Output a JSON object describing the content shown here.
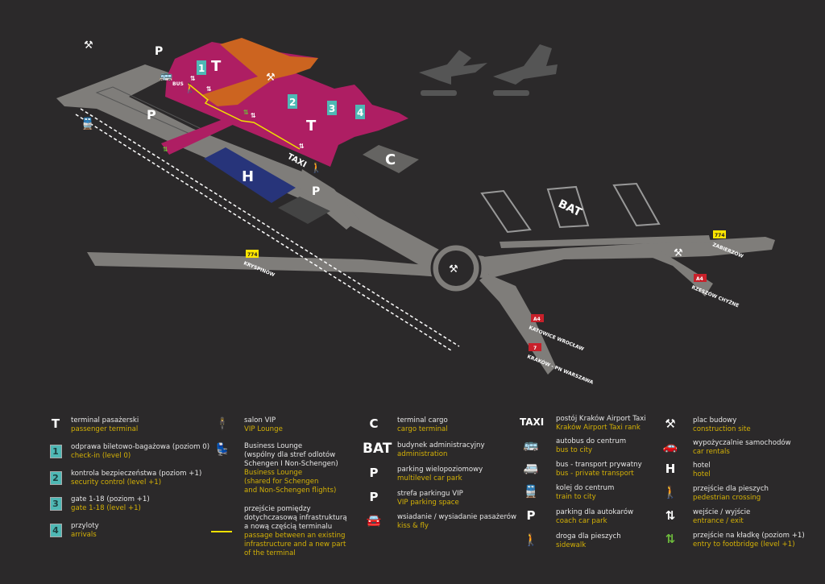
{
  "colors": {
    "background": "#2b292a",
    "road": "#7f7d7a",
    "terminal": "#ae1e63",
    "construction": "#cc6420",
    "hotel": "#27347a",
    "badge": "#4fb8b5",
    "passage": "#f0e000",
    "footbridge": "#6dbb3c",
    "sign_yellow": "#ffe500",
    "sign_red": "#c8202a",
    "english_text": "#d4b106"
  },
  "map": {
    "terminal_letter": "T",
    "badges": [
      "1",
      "2",
      "3",
      "4"
    ],
    "taxi_label": "TAXI",
    "bus_label": "BUS",
    "cargo_letter": "C",
    "bat_label": "BAT",
    "hotel_letter": "H",
    "parking_letter": "P",
    "road_signs": [
      {
        "number": "774",
        "destination": "KRYSPINÓW",
        "color": "yellow"
      },
      {
        "number": "774",
        "destination": "ZABIERZÓW",
        "color": "yellow"
      },
      {
        "number": "A4",
        "destination": "RZESZÓW\nCHYŻNE",
        "color": "red"
      },
      {
        "number": "A4",
        "destination": "KATOWICE\nWROCŁAW",
        "color": "red"
      },
      {
        "number": "7",
        "destination": "KRAKÓW - PN\nWARSZAWA",
        "color": "red"
      }
    ]
  },
  "legend": {
    "columns": [
      [
        {
          "icon": "T",
          "type": "letter",
          "pl": "terminal pasażerski",
          "en": "passenger terminal"
        },
        {
          "icon": "1",
          "type": "badge",
          "pl": "odprawa biletowo-bagażowa (poziom 0)",
          "en": "check-in (level 0)"
        },
        {
          "icon": "2",
          "type": "badge",
          "pl": "kontrola bezpieczeństwa (poziom +1)",
          "en": "security control (level +1)"
        },
        {
          "icon": "3",
          "type": "badge",
          "pl": "gate 1-18 (poziom +1)",
          "en": "gate 1-18 (level +1)"
        },
        {
          "icon": "4",
          "type": "badge",
          "pl": "przyloty",
          "en": "arrivals"
        }
      ],
      [
        {
          "icon": "vip-lounge",
          "type": "glyph",
          "pl": "salon VIP",
          "en": "VIP Lounge"
        },
        {
          "icon": "business-lounge",
          "type": "glyph",
          "pl": "Business Lounge\n(wspólny dla stref odlotów\nSchengen I Non-Schengen)",
          "en": "Business Lounge\n(shared for Schengen\nand Non-Schengen flights)"
        },
        {
          "icon": "passage-line",
          "type": "line",
          "pl": "przejście pomiędzy\ndotychczasową infrastrukturą\na nową częścią terminalu",
          "en": "passage between an existing\ninfrastructure and a new part\nof the terminal"
        }
      ],
      [
        {
          "icon": "C",
          "type": "letter",
          "pl": "terminal cargo",
          "en": "cargo terminal"
        },
        {
          "icon": "BAT",
          "type": "letter",
          "pl": "budynek administracyjny",
          "en": "administration"
        },
        {
          "icon": "multilevel-parking",
          "type": "glyph",
          "pl": "parking wielopoziomowy",
          "en": "multilevel car park"
        },
        {
          "icon": "vip-parking",
          "type": "glyph",
          "pl": "strefa parkingu VIP",
          "en": "VIP parking space"
        },
        {
          "icon": "kiss-and-fly",
          "type": "glyph",
          "pl": "wsiadanie / wysiadanie pasażerów",
          "en": "kiss & fly"
        }
      ],
      [
        {
          "icon": "TAXI",
          "type": "letter",
          "pl": "postój Kraków Airport Taxi",
          "en": "Kraków Airport Taxi rank"
        },
        {
          "icon": "bus",
          "type": "glyph",
          "pl": "autobus do centrum",
          "en": "bus to city"
        },
        {
          "icon": "private-bus",
          "type": "glyph",
          "pl": "bus - transport prywatny",
          "en": "bus - private transport"
        },
        {
          "icon": "train",
          "type": "glyph",
          "pl": "kolej do centrum",
          "en": "train to city"
        },
        {
          "icon": "coach-parking",
          "type": "glyph",
          "pl": "parking dla autokarów",
          "en": "coach car park"
        },
        {
          "icon": "pedestrian",
          "type": "glyph",
          "pl": "droga dla pieszych",
          "en": "sidewalk"
        }
      ],
      [
        {
          "icon": "construction",
          "type": "glyph",
          "pl": "plac budowy",
          "en": "construction site"
        },
        {
          "icon": "car-rental",
          "type": "glyph",
          "pl": "wypożyczalnie samochodów",
          "en": "car rentals"
        },
        {
          "icon": "hotel",
          "type": "glyph",
          "pl": "hotel",
          "en": "hotel"
        },
        {
          "icon": "pedestrian-crossing",
          "type": "glyph",
          "pl": "przejście dla pieszych",
          "en": "pedestrian crossing"
        },
        {
          "icon": "entrance-exit",
          "type": "glyph",
          "pl": "wejście / wyjście",
          "en": "entrance / exit"
        },
        {
          "icon": "footbridge-entry",
          "type": "glyph",
          "pl": "przejście na kładkę (poziom +1)",
          "en": "entry to footbridge (level +1)"
        }
      ]
    ]
  }
}
